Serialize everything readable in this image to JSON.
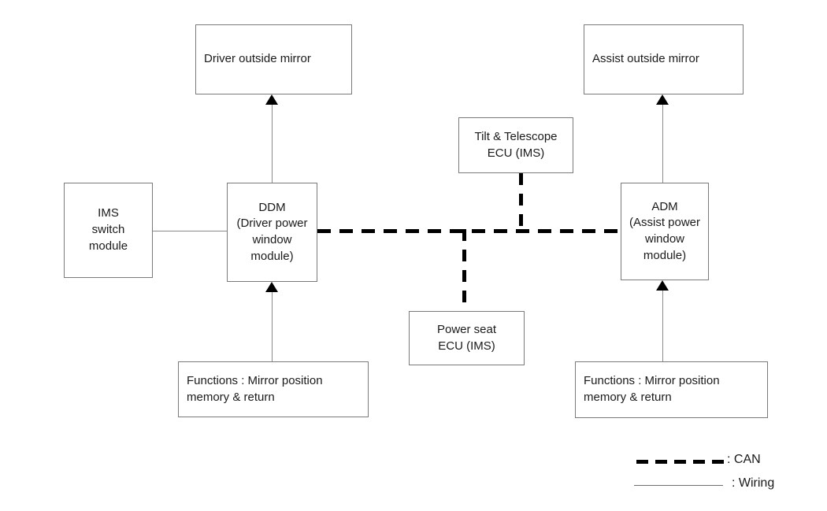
{
  "diagram": {
    "title": "IMS mirror memory system block diagram",
    "background_color": "#ffffff",
    "box_border_color": "#7a7a7a",
    "wiring_color": "#8a8a8a",
    "can_color": "#000000",
    "nodes": {
      "driver_outside_mirror": "Driver outside mirror",
      "assist_outside_mirror": "Assist outside mirror",
      "ims_switch_module": "IMS\nswitch\nmodule",
      "ddm": "DDM\n(Driver power\nwindow\nmodule)",
      "adm": "ADM\n(Assist power\nwindow\nmodule)",
      "tilt_telescope_ecu": "Tilt & Telescope\nECU (IMS)",
      "power_seat_ecu": "Power seat\nECU (IMS)",
      "functions_left": "Functions : Mirror position\nmemory & return",
      "functions_right": "Functions : Mirror position\nmemory & return"
    },
    "legend": {
      "can_label": ": CAN",
      "wiring_label": ": Wiring"
    }
  }
}
